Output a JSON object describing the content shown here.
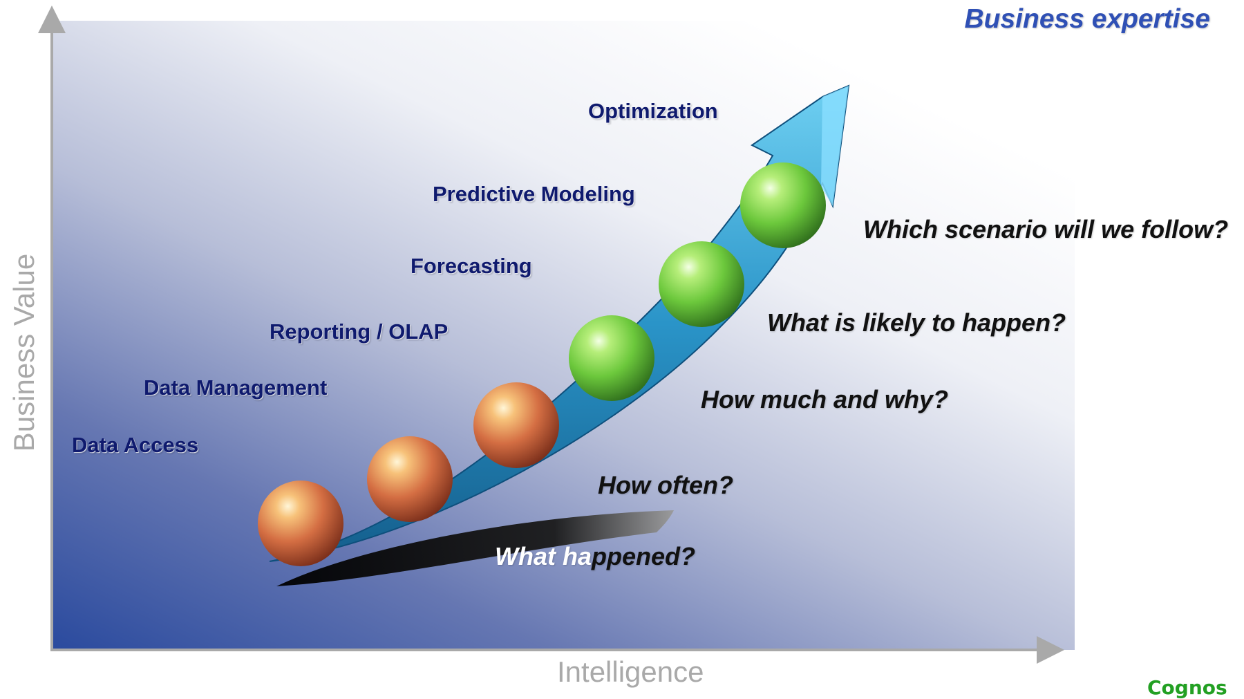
{
  "title": "Business expertise",
  "axes": {
    "x_label": "Intelligence",
    "y_label": "Business Value"
  },
  "stages": [
    "Data Access",
    "Data Management",
    "Reporting / OLAP",
    "Forecasting",
    "Predictive Modeling",
    "Optimization"
  ],
  "questions": {
    "what_happened_a": "What ha",
    "what_happened_b": "ppened?",
    "how_often": "How often?",
    "how_much": "How much and why?",
    "likely": "What is likely to happen?",
    "scenario": "Which scenario will we follow?"
  },
  "spheres": {
    "count": 6,
    "colors": [
      "orange",
      "orange",
      "orange",
      "green",
      "green",
      "green"
    ]
  },
  "colors": {
    "gradient_dark_blue": "#2a4a9e",
    "stage_text": "#0f1a6e",
    "title_blue": "#2f50b5",
    "arrow_blue": "#2a94c8",
    "axis_gray": "#a9a9a9",
    "logo_green": "#23a023",
    "sphere_orange": "#e07a4a",
    "sphere_green": "#6cc83c"
  },
  "logo": "Cognos"
}
